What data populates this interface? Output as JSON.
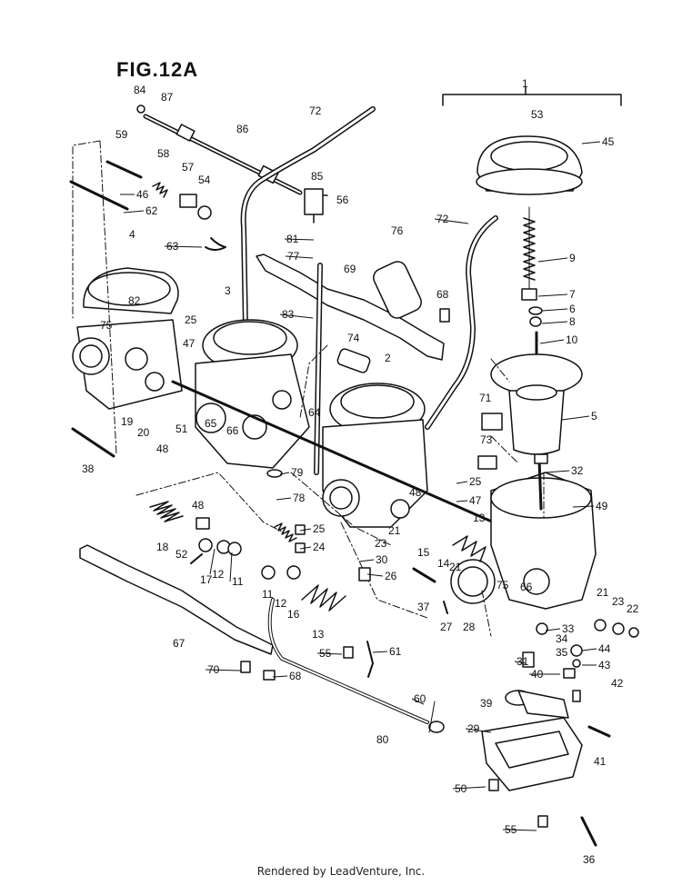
{
  "figure": {
    "title": "FIG.12A"
  },
  "footer": {
    "text": "Rendered by LeadVenture, Inc."
  },
  "callouts": [
    "1",
    "2",
    "3",
    "4",
    "5",
    "6",
    "7",
    "8",
    "9",
    "10",
    "11",
    "11",
    "12",
    "12",
    "13",
    "13",
    "14",
    "15",
    "16",
    "17",
    "18",
    "19",
    "20",
    "21",
    "21",
    "21",
    "22",
    "23",
    "23",
    "24",
    "25",
    "25",
    "25",
    "26",
    "27",
    "28",
    "29",
    "30",
    "31",
    "32",
    "33",
    "34",
    "35",
    "36",
    "37",
    "38",
    "39",
    "40",
    "41",
    "42",
    "43",
    "44",
    "45",
    "46",
    "47",
    "47",
    "48",
    "48",
    "48",
    "49",
    "50",
    "51",
    "52",
    "53",
    "54",
    "55",
    "55",
    "56",
    "57",
    "58",
    "59",
    "60",
    "61",
    "62",
    "63",
    "64",
    "65",
    "66",
    "66",
    "67",
    "68",
    "68",
    "69",
    "70",
    "71",
    "72",
    "72",
    "73",
    "74",
    "75",
    "75",
    "76",
    "77",
    "78",
    "79",
    "80",
    "81",
    "82",
    "83",
    "84",
    "85",
    "86",
    "87"
  ]
}
